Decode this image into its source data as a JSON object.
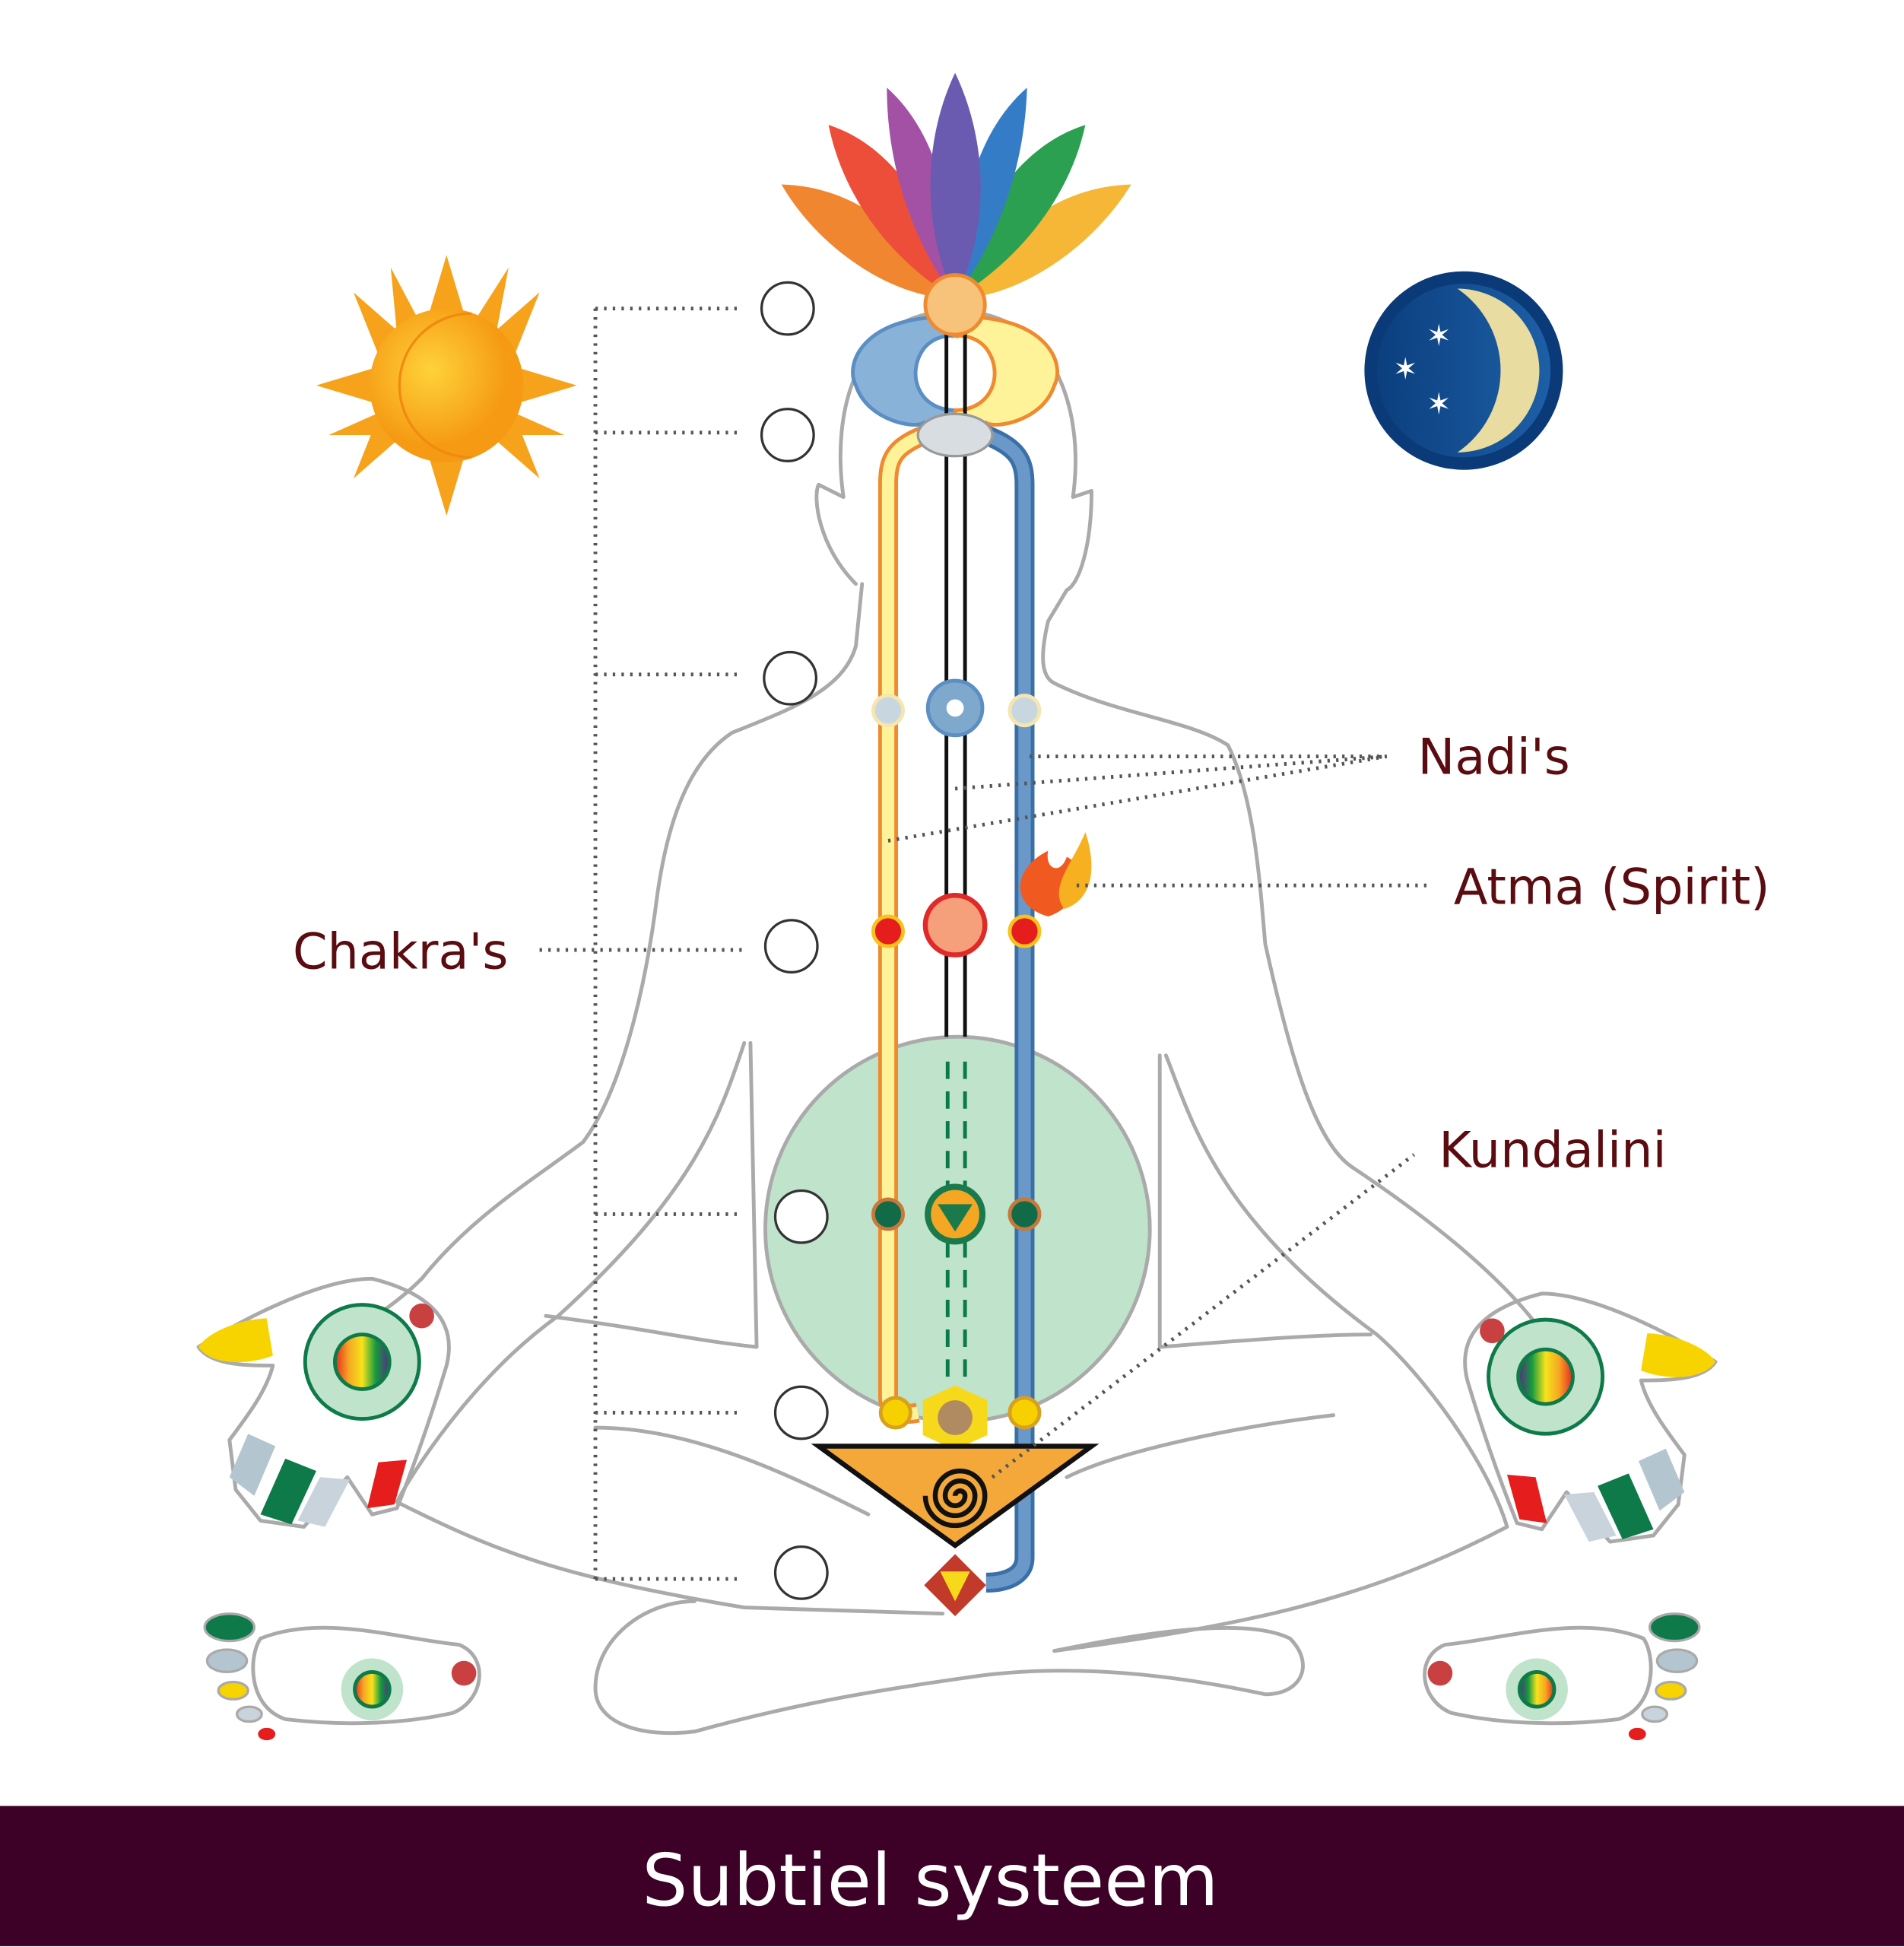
{
  "labels": {
    "nadis": "Nadi's",
    "atma": "Atma (Spirit)",
    "chakras": "Chakra's",
    "kundalini": "Kundalini"
  },
  "footer": {
    "title": "Subtiel systeem"
  },
  "colors": {
    "footer_bg": "#3d0026",
    "label_text": "#5a0c10",
    "left_channel": "#fff39a",
    "right_channel": "#6a98c8",
    "green_circle": "#c0e3cb"
  }
}
